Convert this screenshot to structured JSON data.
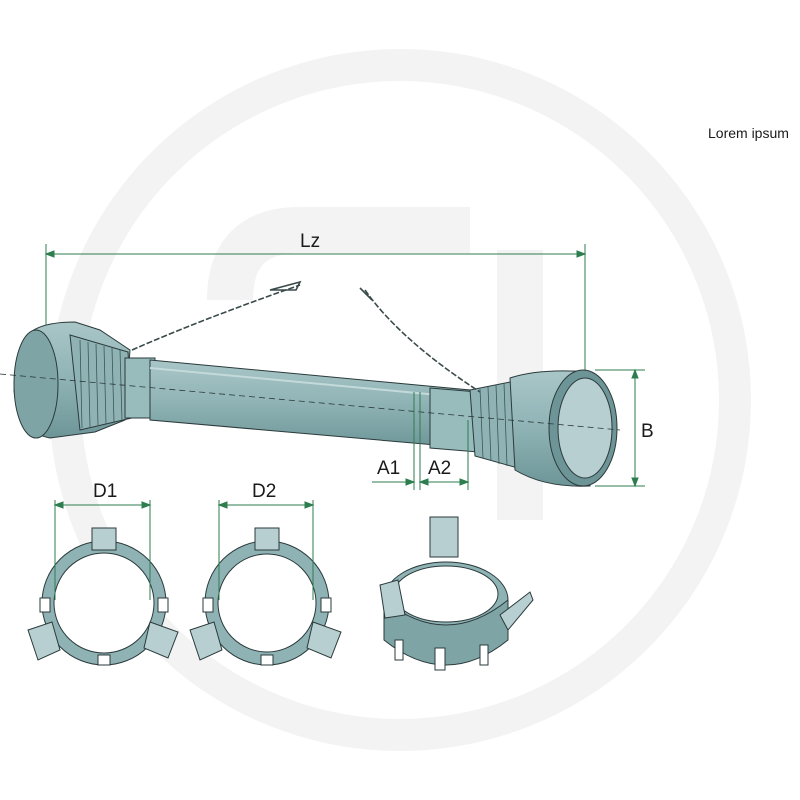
{
  "note": "Lorem ipsum",
  "dimensions": {
    "overall_length": "Lz",
    "diameter": "B",
    "a1": "A1",
    "a2": "A2",
    "d1": "D1",
    "d2": "D2"
  },
  "colors": {
    "metal": "#8fb3b5",
    "metal_light": "#a9c6c7",
    "metal_dark": "#5f8789",
    "outline": "#2b3a3b",
    "dimension_line": "#2e7d4f",
    "watermark": "#f2f2f2"
  }
}
